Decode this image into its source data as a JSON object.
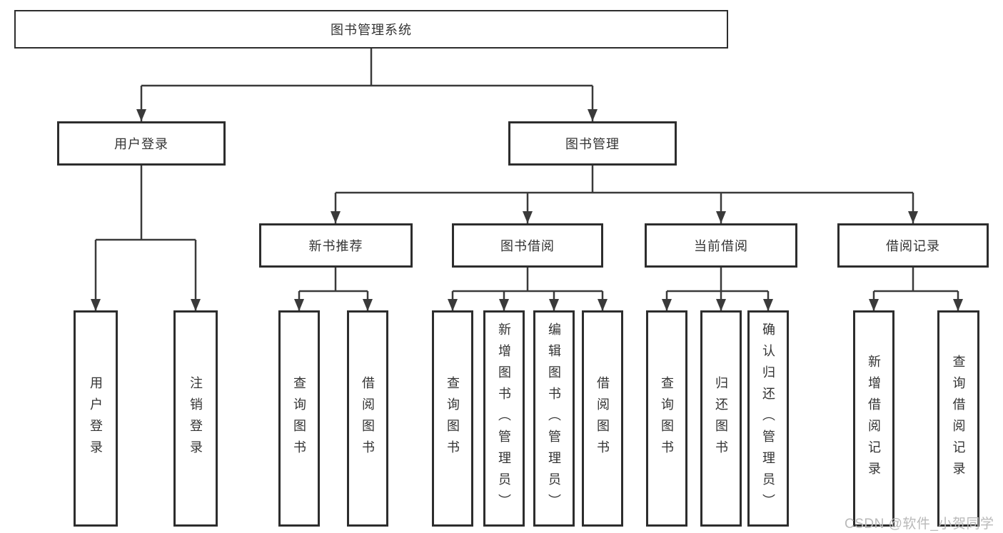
{
  "nodes": {
    "root": "图书管理系统",
    "user_login": "用户登录",
    "book_management": "图书管理",
    "new_book_recommend": "新书推荐",
    "book_borrow": "图书借阅",
    "current_borrow": "当前借阅",
    "borrow_records": "借阅记录",
    "leaf_user_login": "用户登录",
    "leaf_logout": "注销登录",
    "leaf_nb_query_books": "查询图书",
    "leaf_nb_borrow_books": "借阅图书",
    "leaf_bb_query_books": "查询图书",
    "leaf_bb_add_books": "新增图书（管理员）",
    "leaf_bb_edit_books": "编辑图书（管理员）",
    "leaf_bb_borrow_books": "借阅图书",
    "leaf_cb_query_books": "查询图书",
    "leaf_cb_return_books": "归还图书",
    "leaf_cb_confirm_return": "确认归还（管理员）",
    "leaf_br_add_record": "新增借阅记录",
    "leaf_br_query_record": "查询借阅记录"
  },
  "watermark": "CSDN @软件_小贺同学",
  "colors": {
    "line": "#3a3a3a",
    "box_border": "#2d2d2d",
    "box_background": "#ffffff",
    "text": "#333333",
    "watermark": "#b9b9b9",
    "background": "#ffffff"
  }
}
